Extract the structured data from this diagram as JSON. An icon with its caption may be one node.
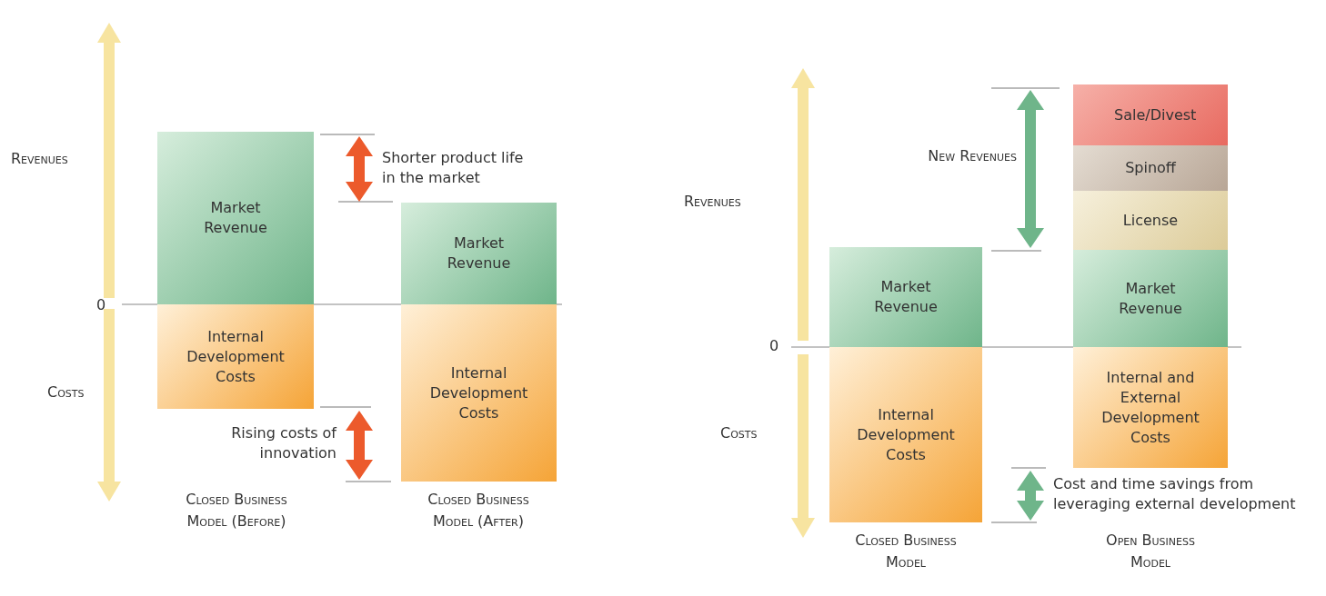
{
  "diagram": {
    "nodes": [
      {
        "text": [
          "Market Revenue"
        ]
      },
      {
        "text": [
          "Internal Development Costs"
        ]
      },
      {
        "text": [
          "Market Revenue"
        ]
      },
      {
        "text": [
          "Internal Development Costs"
        ]
      },
      {
        "text": [
          "Market Revenue"
        ]
      },
      {
        "text": [
          "Internal Development Costs"
        ]
      },
      {
        "text": [
          "Sale/Divest"
        ]
      },
      {
        "text": [
          "Spinoff"
        ]
      },
      {
        "text": [
          "License"
        ]
      },
      {
        "text": [
          "Market Revenue"
        ]
      },
      {
        "text": [
          "Internal and External Development Costs"
        ]
      }
    ],
    "labels": [
      "Revenues",
      "0",
      "Costs",
      "Shorter product life in the market",
      "Rising costs of innovation",
      "Closed Business Model (Before)",
      "Closed Business Model (After)",
      "Revenues",
      "New Revenues",
      "0",
      "Costs",
      "Cost and time savings from leveraging external development",
      "Closed Business Model",
      "Open Business Model"
    ]
  }
}
